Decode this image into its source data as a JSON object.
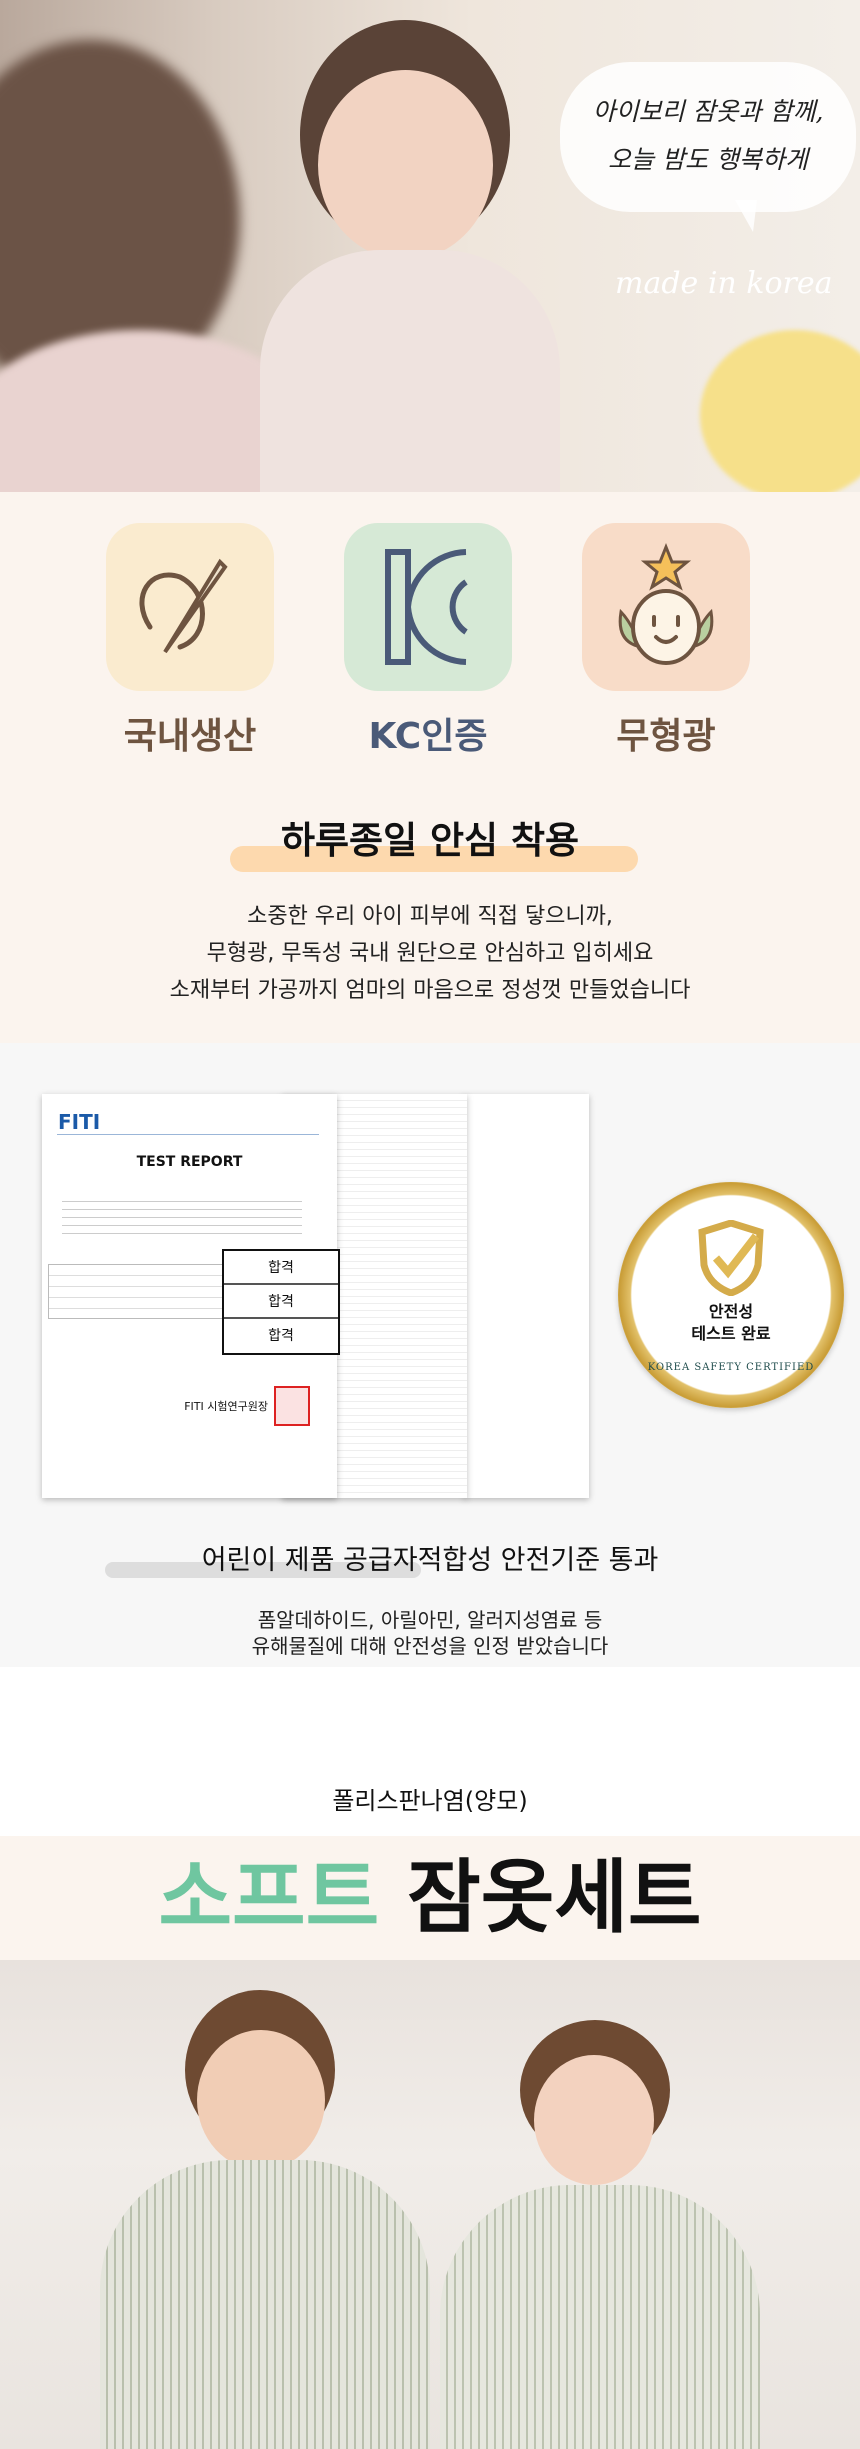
{
  "hero": {
    "bubble_line1": "아이보리 잠옷과 함께,",
    "bubble_line2": "오늘 밤도 행복하게",
    "made_in": "made in korea"
  },
  "features": [
    {
      "label": "국내생산",
      "icon": "needle-thread-icon",
      "bg": "#faebcf",
      "color": "#6e5440"
    },
    {
      "label": "KC인증",
      "icon": "kc-mark-icon",
      "bg": "#d6e9d6",
      "color": "#4a5a78"
    },
    {
      "label": "무형광",
      "icon": "smiley-star-icon",
      "bg": "#f8dcc8",
      "color": "#6e5440"
    }
  ],
  "comfort": {
    "title": "하루종일 안심 착용",
    "lines": [
      "소중한 우리 아이 피부에 직접 닿으니까,",
      "무형광, 무독성 국내 원단으로 안심하고 입히세요",
      "소재부터 가공까지 엄마의 마음으로 정성껏 만들었습니다"
    ]
  },
  "report": {
    "logo": "FITI",
    "heading": "TEST REPORT",
    "results": [
      "합격",
      "합격",
      "합격"
    ],
    "signature": "FITI 시험연구원장"
  },
  "badge": {
    "line1": "안전성",
    "line2": "테스트 완료",
    "ring": "KOREA SAFETY CERTIFIED"
  },
  "safety": {
    "title": "어린이 제품 공급자적합성 안전기준 통과",
    "lines": [
      "폼알데하이드, 아릴아민, 알러지성염료 등",
      "유해물질에 대해 안전성을 인정 받았습니다"
    ]
  },
  "product": {
    "material": "폴리스판나염(양모)",
    "name_accent": "소프트",
    "name_rest": "잠옷세트",
    "accent_color": "#6fc6a0"
  }
}
